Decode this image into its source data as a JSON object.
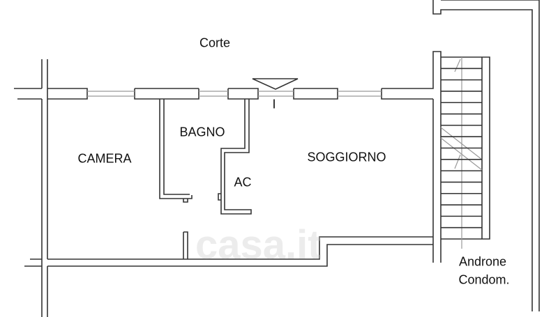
{
  "plan": {
    "labels": {
      "corte": "Corte",
      "camera": "CAMERA",
      "bagno": "BAGNO",
      "ac": "AC",
      "soggiorno": "SOGGIORNO",
      "ingresso": "I",
      "androne_1": "Androne",
      "androne_2": "Condom."
    },
    "watermark": "casa.it",
    "stair_steps": 16
  }
}
